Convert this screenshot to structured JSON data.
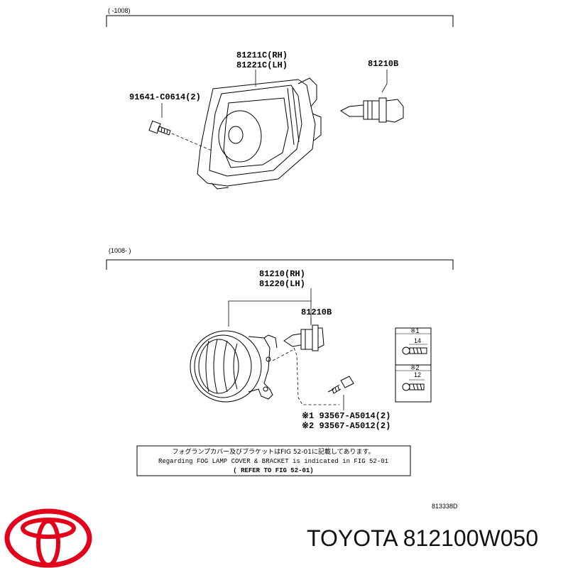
{
  "section_upper": {
    "range_label": "(      -1008)",
    "lamp_part_rh": "81211C(RH)",
    "lamp_part_lh": "81221C(LH)",
    "bulb_part": "81210B",
    "screw_part": "91641-C0614(2)"
  },
  "section_lower": {
    "range_label": "(1008-      )",
    "lamp_part_rh": "81210(RH)",
    "lamp_part_lh": "81220(LH)",
    "bulb_part": "81210B",
    "screw_part_1": "※1 93567-A5014(2)",
    "screw_part_2": "※2 93567-A5012(2)",
    "legend_mark_1": "※1",
    "legend_dim_1": "14",
    "legend_mark_2": "※2",
    "legend_dim_2": "12"
  },
  "note": {
    "line_jp": "フォグランプカバー及びブラケットはFIG 52-01に記載してあります。",
    "line_en": "Regarding FOG LAMP COVER & BRACKET is indicated in FIG 52-01",
    "line_ref": "( REFER TO FIG 52-01)"
  },
  "drawing_number": "813338D",
  "brand_line": "TOYOTA 812100W050",
  "colors": {
    "line": "#000000",
    "logo": "#e3001b",
    "background": "#ffffff"
  }
}
